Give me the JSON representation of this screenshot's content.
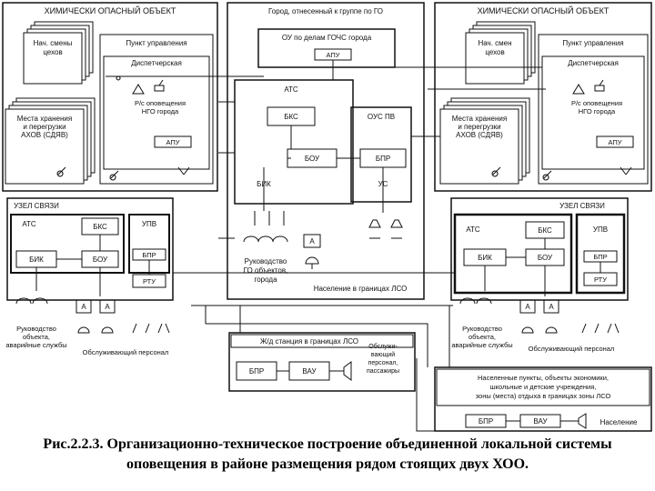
{
  "left_object": {
    "title": "ХИМИЧЕСКИ ОПАСНЫЙ ОБЪЕКТ",
    "shift_heads": [
      "Нач. смены",
      "цехов"
    ],
    "control_point": "Пункт управления",
    "dispatcher": "Диспетчерская",
    "alert_station": [
      "Р/с оповещения",
      "НГО города"
    ],
    "storage": [
      "Места хранения",
      "и перегрузки",
      "АХОВ (СДЯВ)"
    ],
    "apu": "АПУ"
  },
  "city": {
    "title": "Город, отнесенный к группе по ГО",
    "go_hq": "ОУ по делам ГОЧС города",
    "apu": "АПУ",
    "ats": "АТС",
    "bks": "БКС",
    "ous_pv": "ОУС ПВ",
    "bou": "БОУ",
    "bpr": "БПР",
    "bik": "БИК",
    "us": "УС",
    "a": "А",
    "leadership": [
      "Руководство",
      "ГО объектов,",
      "города"
    ],
    "population": "Население в границах ЛСО"
  },
  "right_object": {
    "title": "ХИМИЧЕСКИ ОПАСНЫЙ ОБЪЕКТ",
    "shift_heads": [
      "Нач. смен",
      "цехов"
    ],
    "control_point": "Пункт управления",
    "dispatcher": "Диспетчерская",
    "alert_station": [
      "Р/с оповещения",
      "НГО города"
    ],
    "storage": [
      "Места хранения",
      "и перегрузки",
      "АХОВ (СДЯВ)"
    ],
    "apu": "АПУ"
  },
  "left_node": {
    "title": "УЗЕЛ СВЯЗИ",
    "ats": "АТС",
    "bks": "БКС",
    "upv": "УПВ",
    "bik": "БИК",
    "bou": "БОУ",
    "bpr": "БПР",
    "rtu": "РТУ",
    "a": "А",
    "leaders": [
      "Руководство",
      "объекта,",
      "аварийные службы"
    ],
    "staff": "Обслуживающий персонал"
  },
  "right_node": {
    "title": "УЗЕЛ СВЯЗИ",
    "ats": "АТС",
    "bks": "БКС",
    "upv": "УПВ",
    "bik": "БИК",
    "bou": "БОУ",
    "bpr": "БПР",
    "rtu": "РТУ",
    "a": "А",
    "leaders": [
      "Руководство",
      "объекта,",
      "аварийные службы"
    ],
    "staff": "Обслуживающий персонал"
  },
  "railway": {
    "title": "Ж/д станция в границах ЛСО",
    "bpr": "БПР",
    "vau": "ВАУ",
    "served": [
      "Обслужи-",
      "вающий",
      "персонал,",
      "пассажиры"
    ]
  },
  "settlements": {
    "text": [
      "Населенные пункты, объекты экономики,",
      "школьные и детские учреждения,",
      "зоны (места) отдыха в границах зоны ЛСО"
    ],
    "bpr": "БПР",
    "vau": "ВАУ",
    "population": "Население"
  },
  "caption": {
    "line1": "Рис.2.2.3. Организационно-техническое построение объединенной локальной системы",
    "line2": "оповещения в районе размещения рядом стоящих двух ХОО."
  }
}
